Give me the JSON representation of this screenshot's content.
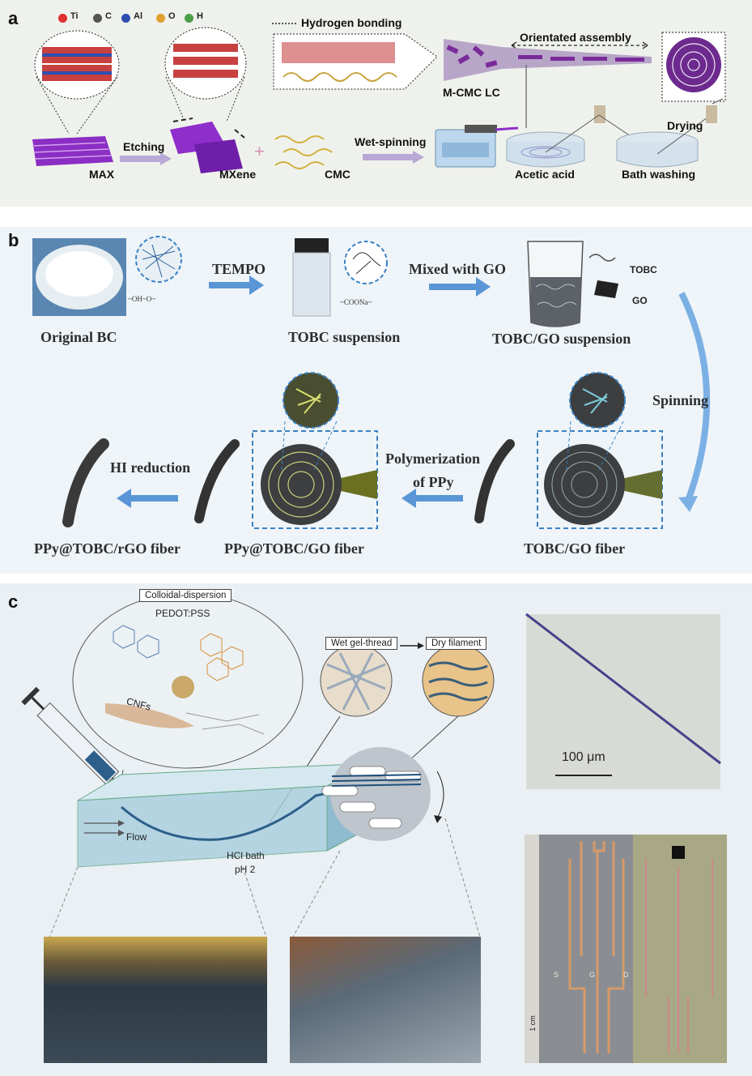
{
  "panel_a": {
    "label": "a",
    "legend": [
      {
        "symbol": "Ti",
        "color": "#e03030"
      },
      {
        "symbol": "C",
        "color": "#555555"
      },
      {
        "symbol": "Al",
        "color": "#2c4fb0"
      },
      {
        "symbol": "O",
        "color": "#e0a030"
      },
      {
        "symbol": "H",
        "color": "#4aa04a"
      }
    ],
    "hydrogen_bonding": "Hydrogen bonding",
    "orientated_assembly": "Orientated assembly",
    "mcmc_lc": "M-CMC LC",
    "etching": "Etching",
    "wet_spinning": "Wet-spinning",
    "drying": "Drying",
    "max": "MAX",
    "mxene": "MXene",
    "cmc": "CMC",
    "acetic_acid": "Acetic acid",
    "bath_washing": "Bath washing"
  },
  "panel_b": {
    "label": "b",
    "original_bc": "Original BC",
    "tempo": "TEMPO",
    "tobc_suspension": "TOBC suspension",
    "mixed_with_go": "Mixed with GO",
    "tobc_go_suspension": "TOBC/GO suspension",
    "tobc": "TOBC",
    "go": "GO",
    "spinning": "Spinning",
    "tobc_go_fiber": "TOBC/GO  fiber",
    "polymerization_line1": "Polymerization",
    "polymerization_line2": "of PPy",
    "ppy_tobc_go_fiber": "PPy@TOBC/GO  fiber",
    "hi_reduction": "HI  reduction",
    "ppy_tobc_rgo_fiber": "PPy@TOBC/rGO fiber"
  },
  "panel_c": {
    "label": "c",
    "colloidal_dispersion": "Colloidal-dispersion",
    "pedot_pss": "PEDOT:PSS",
    "cnfs": "CNFs",
    "wet_gel_thread": "Wet gel-thread",
    "dry_filament": "Dry filament",
    "flow": "Flow",
    "hcl_bath": "HCl bath",
    "ph": "pH 2",
    "scale_bar": "100 μm",
    "electrode_s": "S",
    "electrode_g": "G",
    "electrode_d": "D",
    "ruler_unit": "1 cm"
  }
}
